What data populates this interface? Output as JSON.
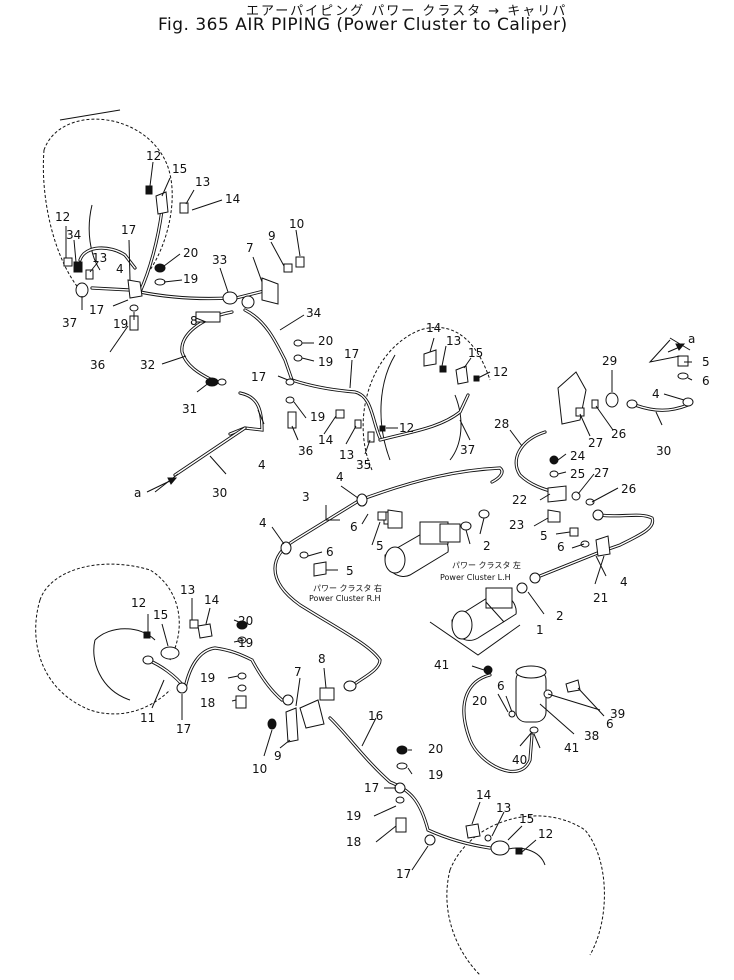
{
  "title": {
    "japanese": "エアーパイピング パワー クラスタ → キャリパ",
    "english": "Fig. 365   AIR PIPING   (Power Cluster to Caliper)"
  },
  "annotations": {
    "rh_jp": "パワー クラスタ 右",
    "rh_en": "Power Cluster R.H",
    "lh_jp": "パワー クラスタ 左",
    "lh_en": "Power Cluster L.H",
    "arrow_a": "a"
  },
  "callouts": [
    "1",
    "2",
    "3",
    "4",
    "5",
    "6",
    "7",
    "8",
    "9",
    "10",
    "11",
    "12",
    "13",
    "14",
    "15",
    "16",
    "17",
    "18",
    "19",
    "20",
    "21",
    "22",
    "23",
    "24",
    "25",
    "26",
    "27",
    "28",
    "29",
    "30",
    "31",
    "32",
    "33",
    "34",
    "35",
    "36",
    "37",
    "38",
    "39",
    "40",
    "41"
  ]
}
